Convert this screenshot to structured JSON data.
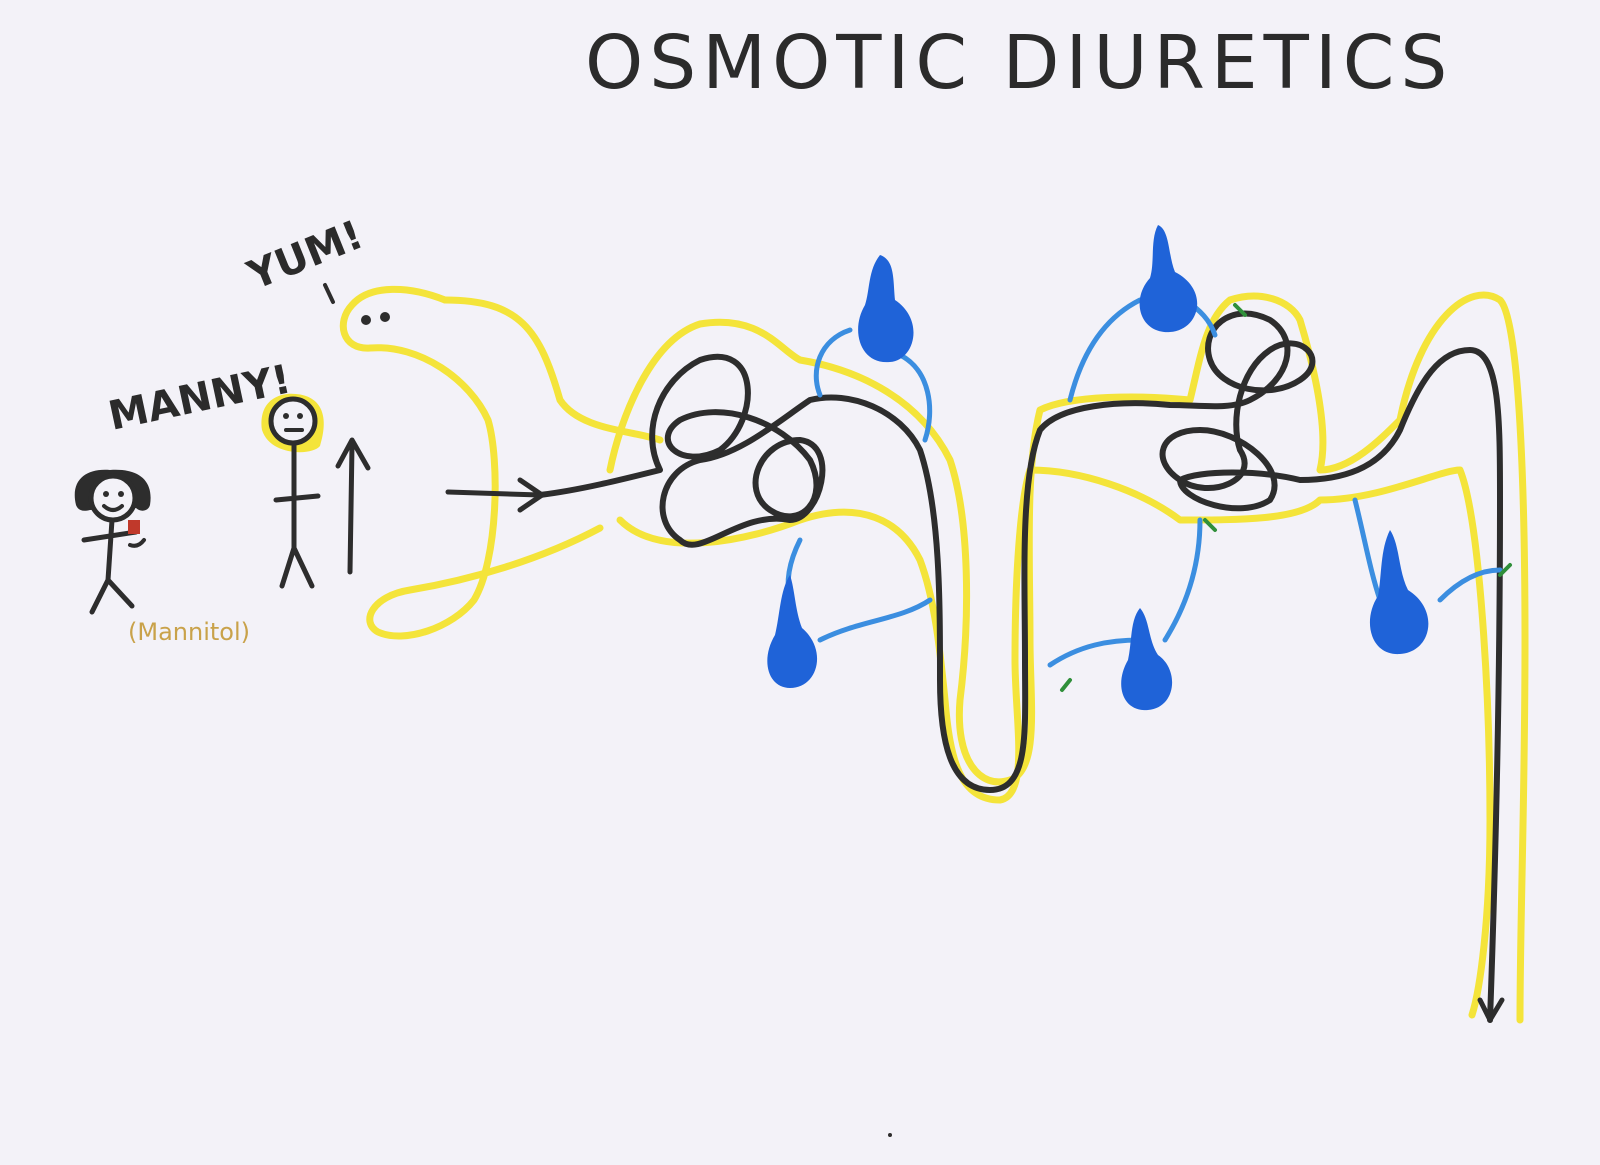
{
  "title": "OSMOTIC DIURETICS",
  "characters": {
    "left_exclaim": "MANNY!",
    "right_exclaim": "YUM!",
    "drug_note": "(Mannitol)"
  },
  "colors": {
    "paper": "#f3f2f8",
    "ink": "#2d2d2d",
    "tubule_yellow": "#f4e43a",
    "capillary_blue": "#3b8ee0",
    "cell_blue": "#1f63d8",
    "drug_note_gold": "#c9a24a",
    "drink_red": "#c0392b"
  },
  "icons": [
    "stick-figure-person",
    "stick-figure-person",
    "up-arrow-icon",
    "right-arrow-icon",
    "down-arrow-icon"
  ]
}
